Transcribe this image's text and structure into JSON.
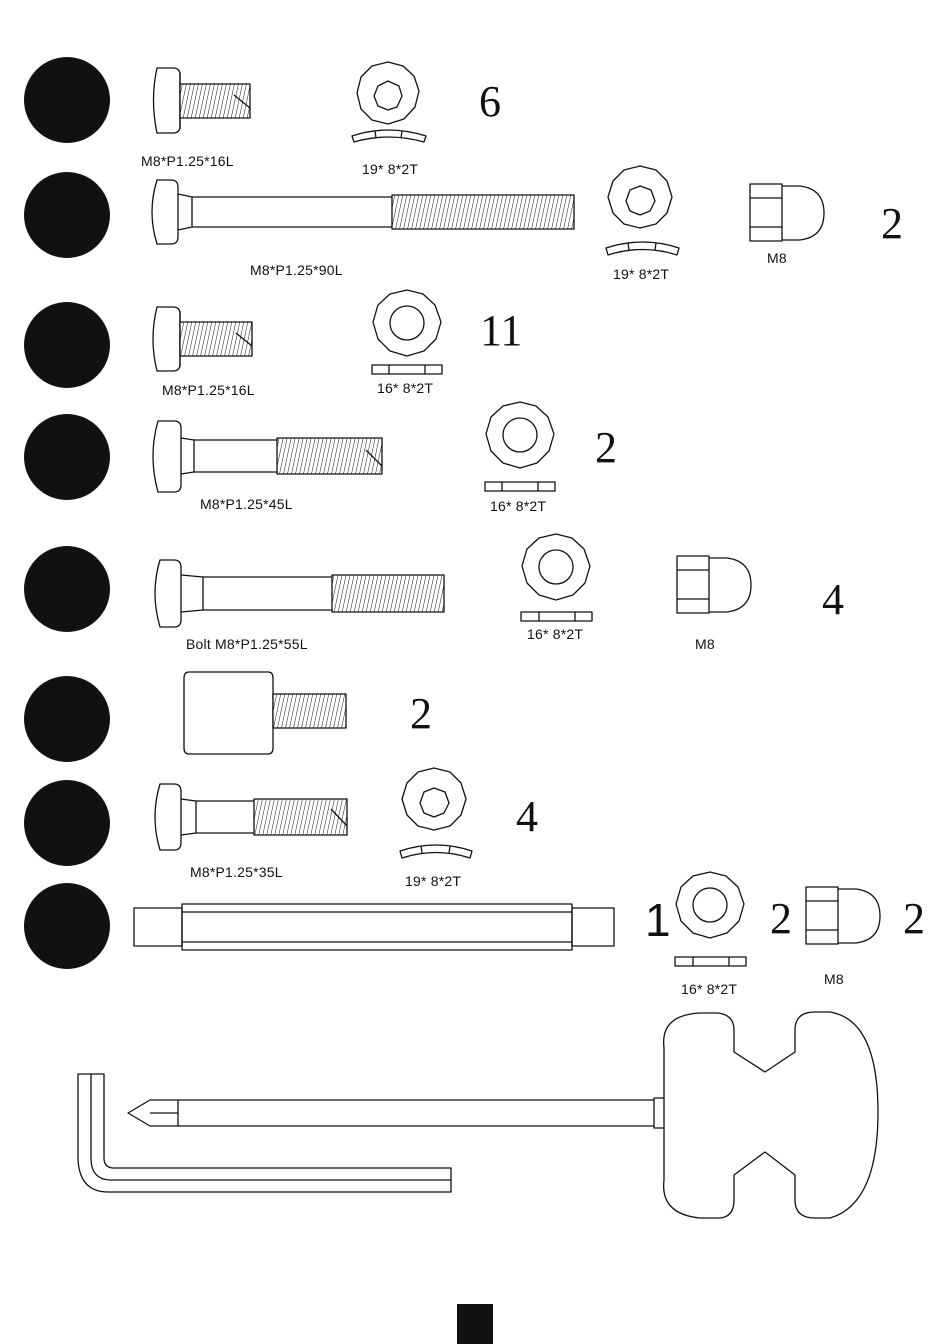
{
  "rows": [
    {
      "bolt_label": "M8*P1.25*16L",
      "washer_label": "19* 8*2T",
      "quantity": "6"
    },
    {
      "bolt_label": "M8*P1.25*90L",
      "washer_label": "19* 8*2T",
      "nut_label": "M8",
      "quantity": "2"
    },
    {
      "bolt_label": "M8*P1.25*16L",
      "washer_label": "16* 8*2T",
      "quantity": "11"
    },
    {
      "bolt_label": "M8*P1.25*45L",
      "washer_label": "16* 8*2T",
      "quantity": "2"
    },
    {
      "bolt_label": "Bolt M8*P1.25*55L",
      "washer_label": "16* 8*2T",
      "nut_label": "M8",
      "quantity": "4"
    },
    {
      "quantity": "2"
    },
    {
      "bolt_label": "M8*P1.25*35L",
      "washer_label": "19* 8*2T",
      "quantity": "4"
    },
    {
      "washer_label": "16* 8*2T",
      "nut_label": "M8",
      "axle_quantity": "1",
      "washer_quantity": "2",
      "nut_quantity": "2"
    }
  ]
}
